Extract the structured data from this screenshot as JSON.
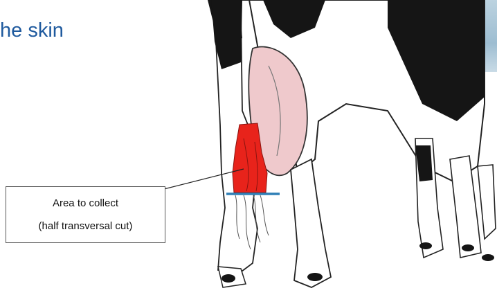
{
  "title": "he skin",
  "callout": {
    "line1": "Area to collect",
    "line2": "(half transversal cut)"
  },
  "colors": {
    "title": "#1f5a9e",
    "highlight_area": "#e8231b",
    "cut_line": "#2f7fb6",
    "udder": "#efc9cc"
  }
}
